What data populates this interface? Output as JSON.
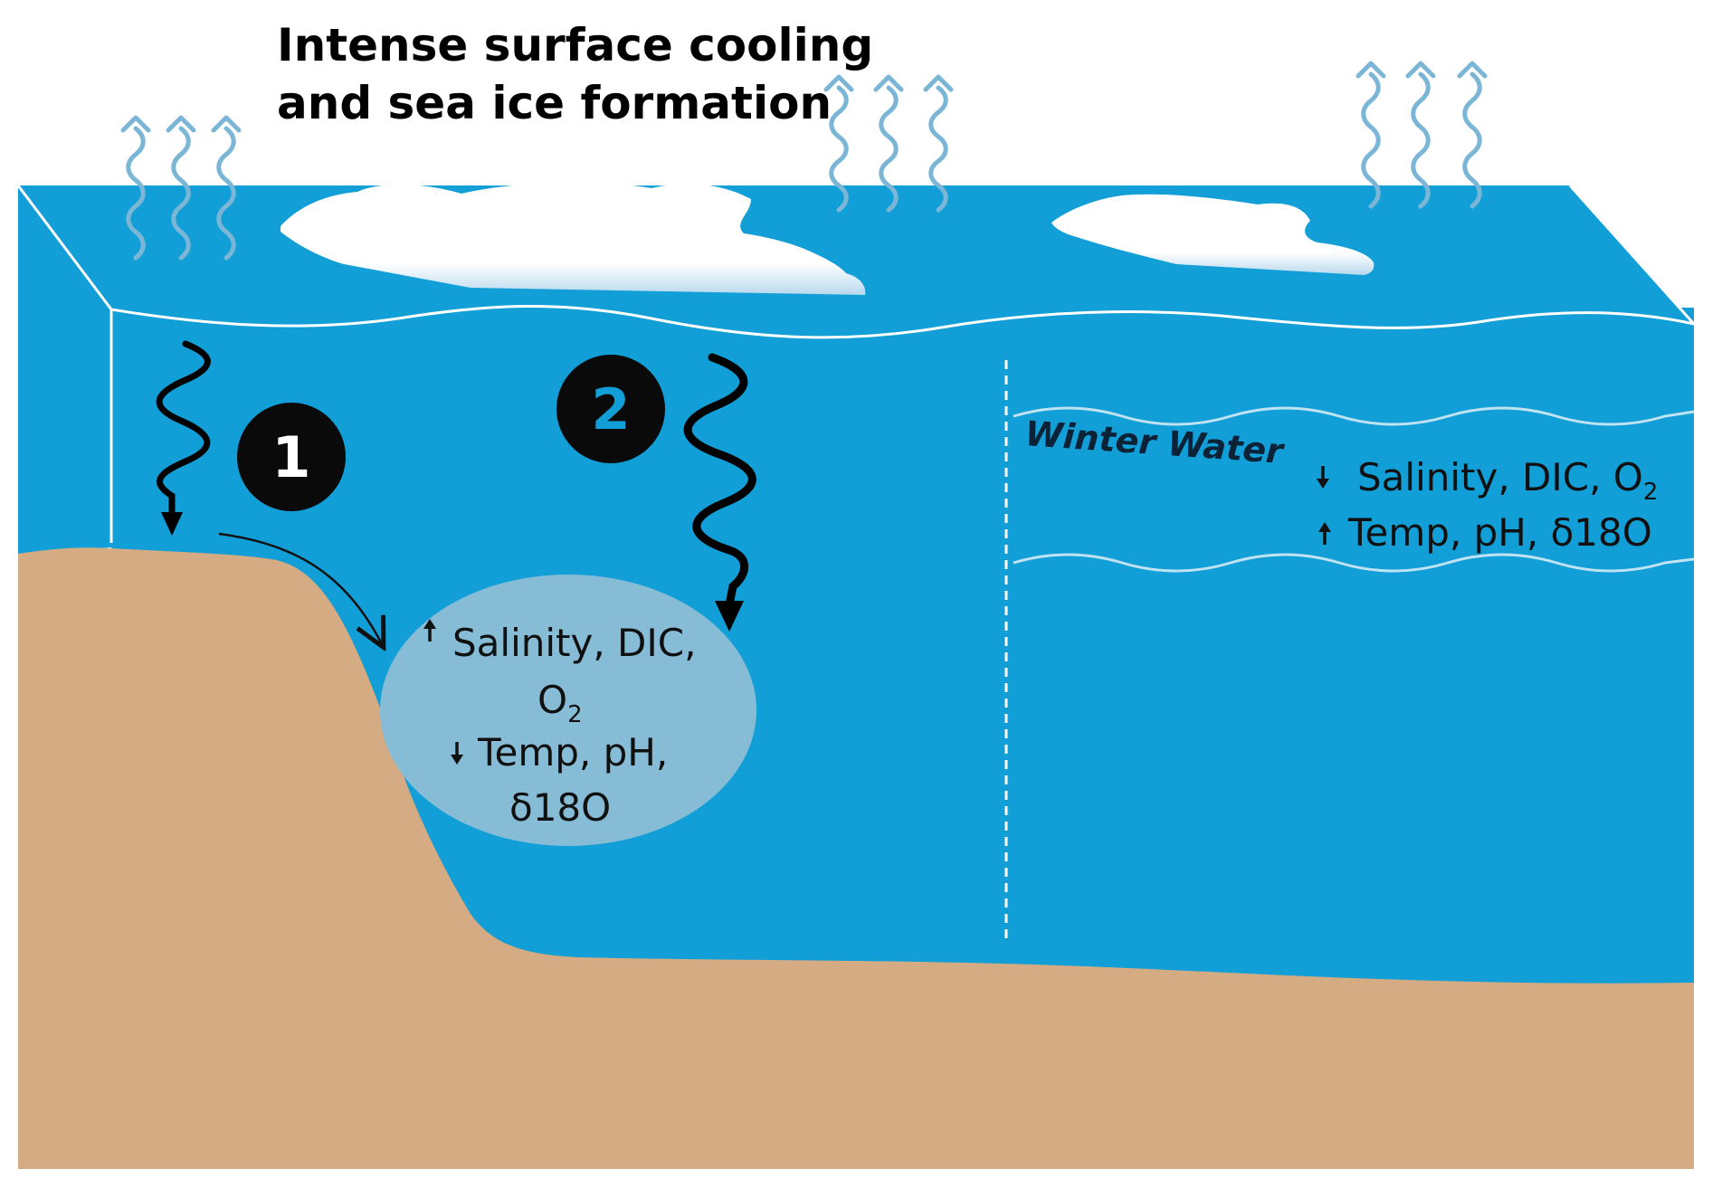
{
  "title": {
    "line1": "Intense surface cooling",
    "line2": "and sea ice formation"
  },
  "process_markers": [
    {
      "label": "1"
    },
    {
      "label": "2"
    }
  ],
  "dense_water": {
    "line1": "Salinity, DIC,",
    "line2": "O",
    "line2_sub": "2",
    "line3": "Temp, pH,",
    "line4": "δ18O",
    "increase_icon": "arrow-up-icon",
    "decrease_icon": "arrow-down-icon"
  },
  "winter_water": {
    "label": "Winter Water",
    "line1": "Salinity, DIC, O",
    "line1_sub": "2",
    "line2": "Temp, pH, δ18O",
    "decrease_icon": "arrow-down-icon",
    "increase_icon": "arrow-up-icon"
  },
  "colors": {
    "ocean": "#129ed6",
    "seafloor": "#d4ab83",
    "dense_water_pool": "#86bcd6",
    "heat_arrows": "#7cb6d6",
    "sea_ice": "#ffffff",
    "badge": "#0a0a0a",
    "badge_two_number": "#129ed6"
  },
  "icons": [
    "heat-loss-arrow-icon",
    "sea-ice-icon",
    "downwelling-arrow-icon"
  ]
}
